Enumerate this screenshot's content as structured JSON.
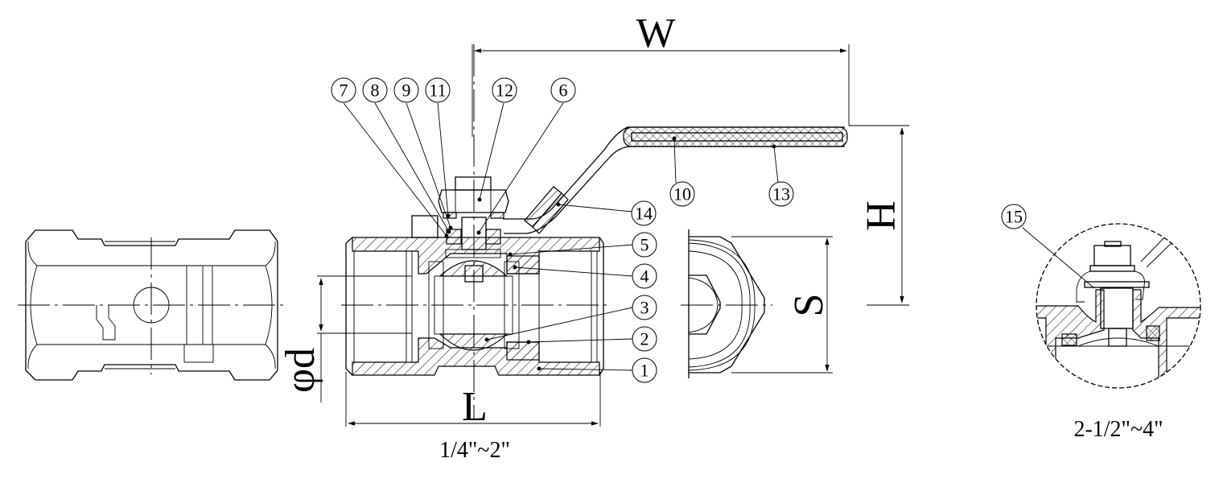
{
  "drawing": {
    "title": "Ball valve sectional drawing",
    "dimensions": {
      "width_label": "W",
      "height_label": "H",
      "length_label": "L",
      "bore_label": "φd",
      "hex_label": "S"
    },
    "size_ranges": {
      "small": "1/4\"~2\"",
      "large": "2-1/2\"~4\""
    },
    "balloons": [
      {
        "id": "7",
        "label": "7"
      },
      {
        "id": "8",
        "label": "8"
      },
      {
        "id": "9",
        "label": "9"
      },
      {
        "id": "11",
        "label": "11"
      },
      {
        "id": "12",
        "label": "12"
      },
      {
        "id": "6",
        "label": "6"
      },
      {
        "id": "10",
        "label": "10"
      },
      {
        "id": "13",
        "label": "13"
      },
      {
        "id": "14",
        "label": "14"
      },
      {
        "id": "5",
        "label": "5"
      },
      {
        "id": "4",
        "label": "4"
      },
      {
        "id": "3",
        "label": "3"
      },
      {
        "id": "2",
        "label": "2"
      },
      {
        "id": "1",
        "label": "1"
      },
      {
        "id": "15",
        "label": "15"
      }
    ]
  }
}
